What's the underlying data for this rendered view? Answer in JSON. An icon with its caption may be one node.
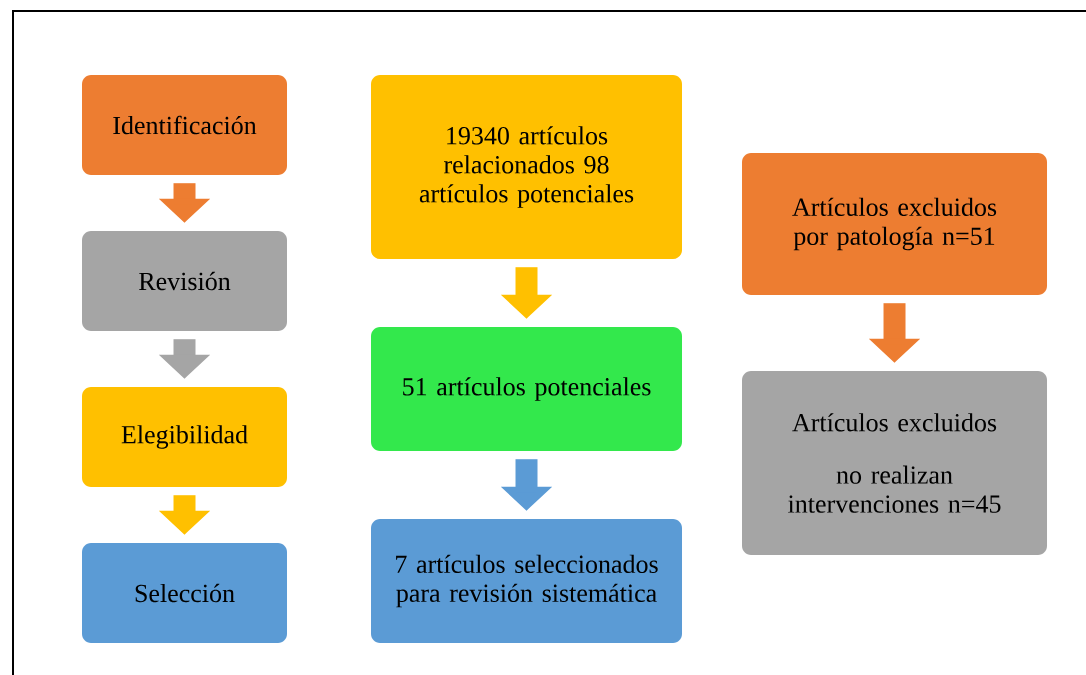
{
  "diagram": {
    "nodes": [
      {
        "text": [
          "Identificación"
        ]
      },
      {
        "text": [
          "Revisión"
        ]
      },
      {
        "text": [
          "Elegibilidad"
        ]
      },
      {
        "text": [
          "Selección"
        ]
      },
      {
        "text": [
          "19340 artículos relacionados 98 artículos potenciales"
        ]
      },
      {
        "text": [
          "51 artículos potenciales"
        ]
      },
      {
        "text": [
          "7 artículos seleccionados para revisión sistemática"
        ]
      },
      {
        "text": [
          "Artículos excluidos por patología n=51"
        ]
      },
      {
        "text": [
          "Artículos excluidos",
          "no realizan intervenciones n=45"
        ]
      }
    ],
    "edges": [
      {
        "from": 0,
        "to": 1,
        "arrow": "to",
        "color": "#ed7d31"
      },
      {
        "from": 1,
        "to": 2,
        "arrow": "to",
        "color": "#a5a5a5"
      },
      {
        "from": 2,
        "to": 3,
        "arrow": "to",
        "color": "#ffc000"
      },
      {
        "from": 4,
        "to": 5,
        "arrow": "to",
        "color": "#ffc000"
      },
      {
        "from": 5,
        "to": 6,
        "arrow": "to",
        "color": "#5b9bd5"
      },
      {
        "from": 7,
        "to": 8,
        "arrow": "to",
        "color": "#ed7d31"
      }
    ]
  }
}
